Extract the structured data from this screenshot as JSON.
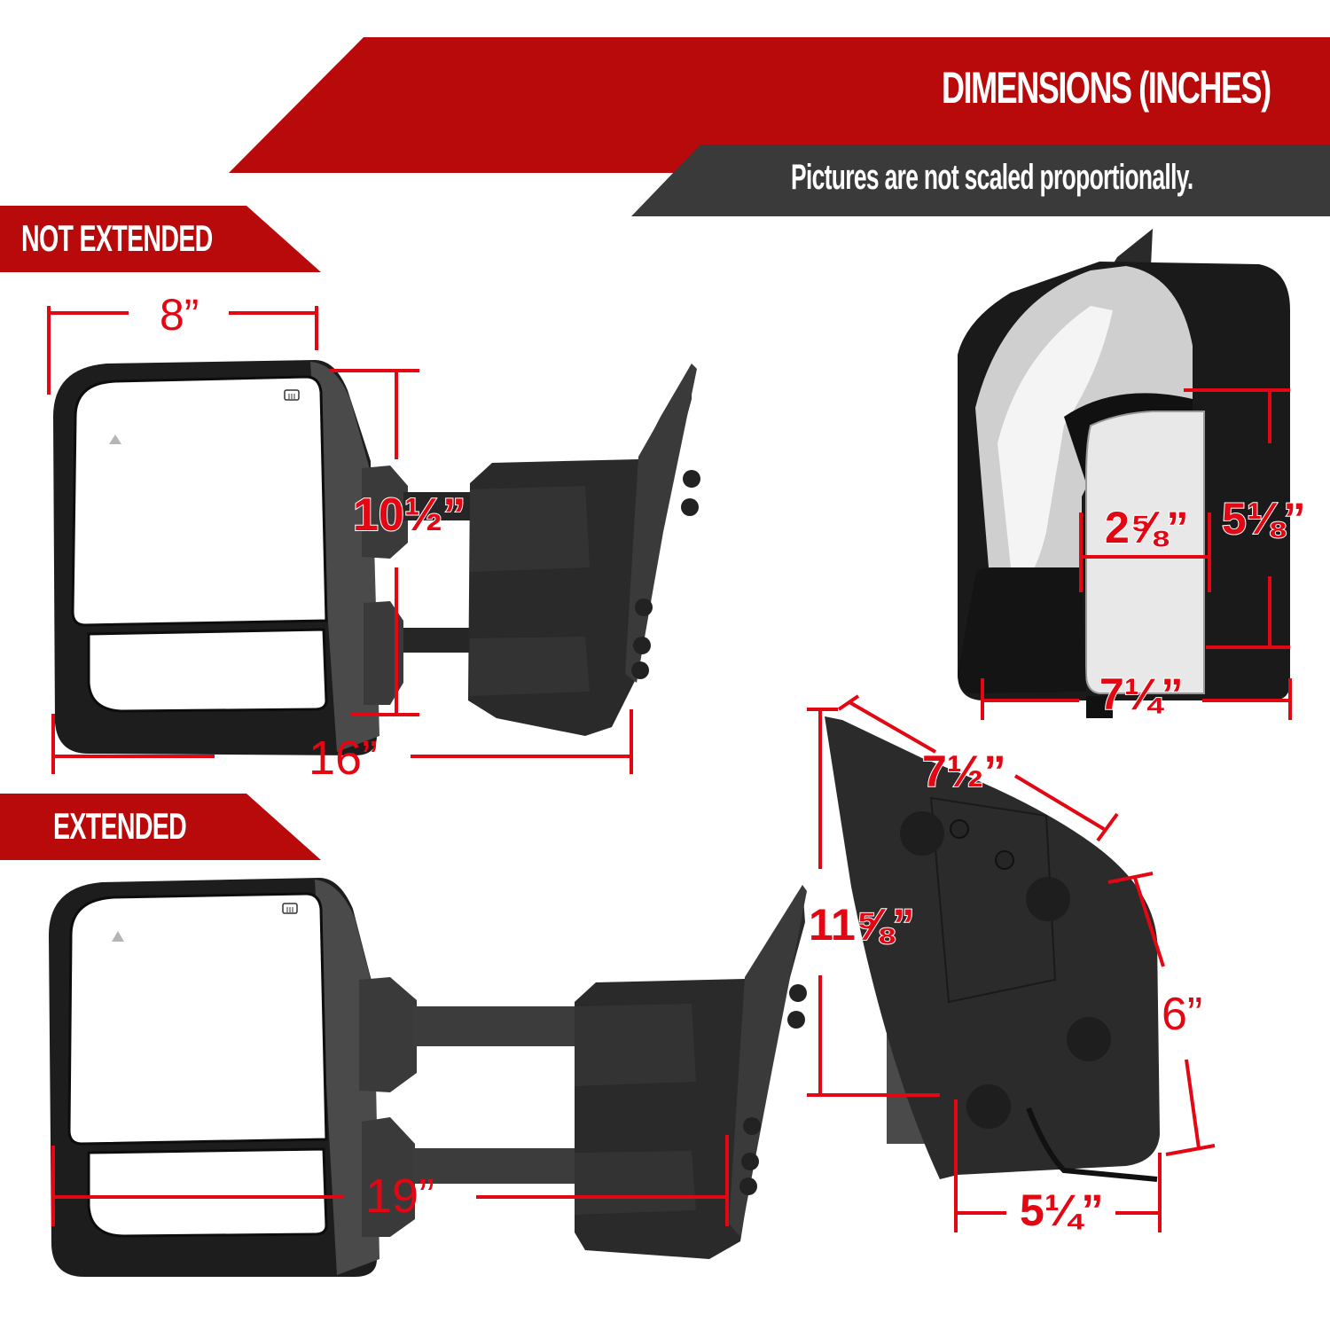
{
  "header": {
    "title": "DIMENSIONS (INCHES)",
    "subtitle": "Pictures are not scaled proportionally."
  },
  "sections": {
    "not_extended": {
      "label": "NOT EXTENDED"
    },
    "extended": {
      "label": "EXTENDED"
    }
  },
  "dimensions": {
    "not_extended_glass_width": "8”",
    "not_extended_height": "10½”",
    "not_extended_overall_width": "16”",
    "extended_overall_width": "19”",
    "rear_light_width": "2⅝”",
    "rear_light_height": "5⅛”",
    "rear_overall_width": "7¼”",
    "base_top_edge": "7½”",
    "base_height": "11⅝”",
    "base_side_edge": "6”",
    "base_bottom_width": "5¼”"
  },
  "colors": {
    "brand_red": "#b80a0a",
    "dark_gray": "#3a3a3a",
    "dim_red": "#e30613",
    "mirror_black": "#1f1f1f"
  },
  "icons": {
    "heated": "heated-mirror-icon",
    "blind_spot": "blind-spot-warning-icon"
  }
}
